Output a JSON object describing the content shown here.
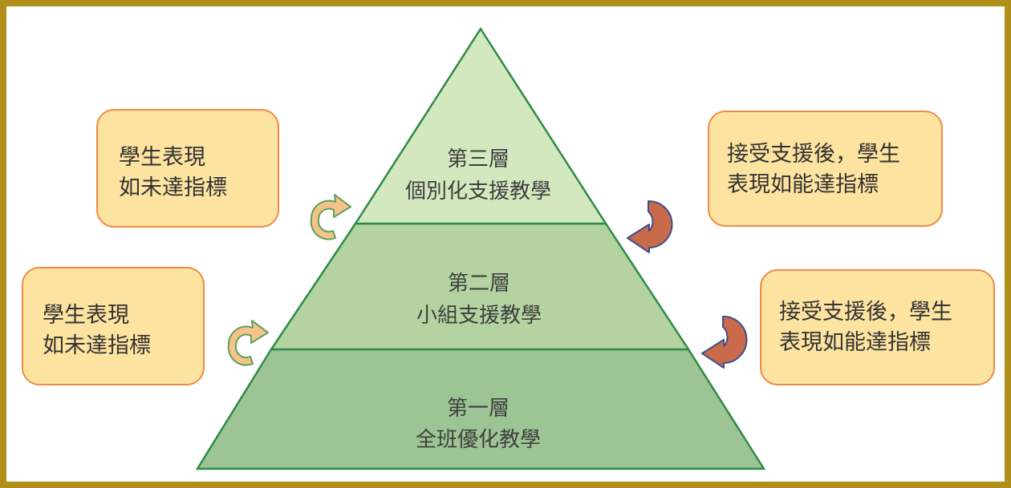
{
  "tiers": [
    {
      "level": "第三層",
      "name": "個別化支援教學",
      "fill": "#d4e8bf"
    },
    {
      "level": "第二層",
      "name": "小組支援教學",
      "fill": "#b4d3a1"
    },
    {
      "level": "第一層",
      "name": "全班優化教學",
      "fill": "#9cc494"
    }
  ],
  "left_boxes": [
    {
      "line1": "學生表現",
      "line2": "如未達指標"
    },
    {
      "line1": "學生表現",
      "line2": "如未達指標"
    }
  ],
  "right_boxes": [
    {
      "line1": "接受支援後，學生",
      "line2": "表現如能達指標"
    },
    {
      "line1": "接受支援後，學生",
      "line2": "表現如能達指標"
    }
  ],
  "colors": {
    "frame": "#b0901a",
    "pyramid_outline": "#2e8b47",
    "box_fill": "#fde3a0",
    "box_border": "#ef8a46",
    "up_arrow_fill": "#f7c28a",
    "up_arrow_stroke": "#5aa15a",
    "down_arrow_fill": "#c96a4a",
    "down_arrow_stroke": "#3c4f8a"
  },
  "icons": {
    "up_arrow": "curved-arrow-up-icon",
    "down_arrow": "curved-arrow-down-icon"
  }
}
